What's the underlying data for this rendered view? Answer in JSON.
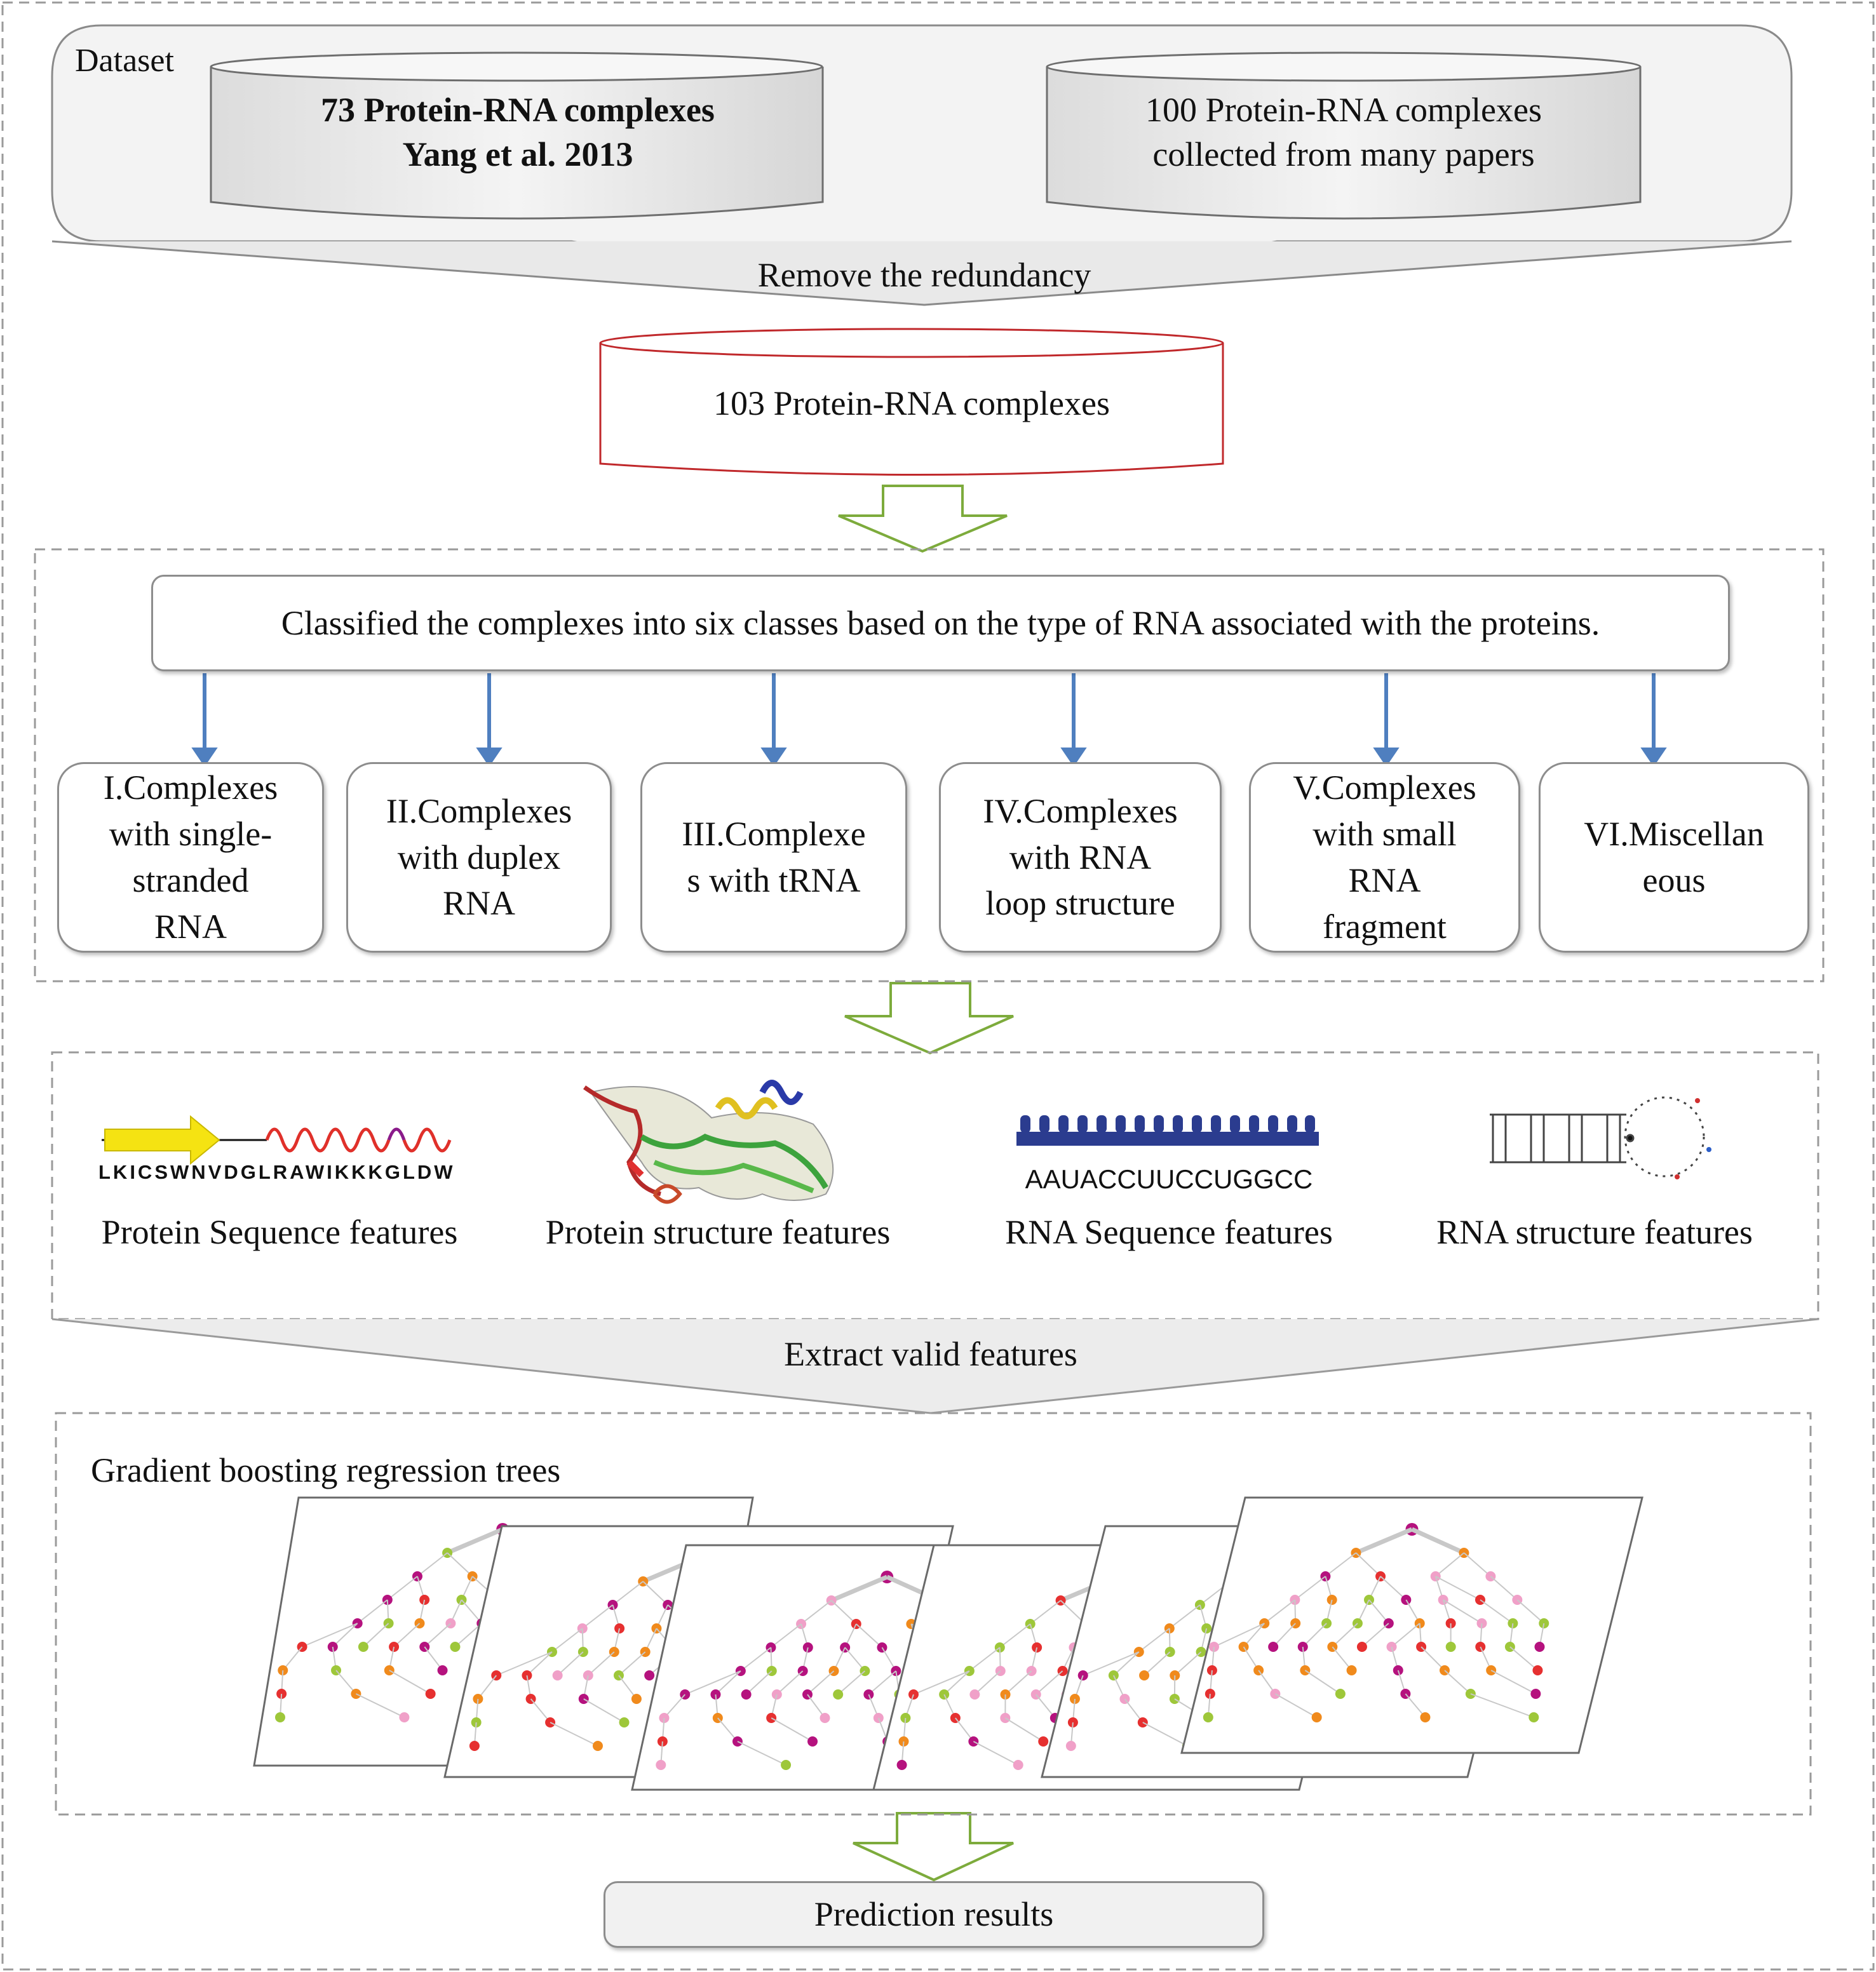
{
  "dataset": {
    "label": "Dataset",
    "source_a": [
      "73 Protein-RNA complexes",
      "Yang et al. 2013"
    ],
    "source_b": [
      "100 Protein-RNA complexes",
      "collected from many papers"
    ],
    "step": "Remove the redundancy",
    "result": "103 Protein-RNA complexes"
  },
  "classification": {
    "header": "Classified the complexes into six classes based on the type of RNA associated with the proteins.",
    "classes": [
      {
        "label": [
          "I.Complexes",
          "with single-",
          "stranded",
          "RNA"
        ]
      },
      {
        "label": [
          "II.Complexes",
          "with duplex",
          "RNA"
        ]
      },
      {
        "label": [
          "III.Complexe",
          "s with tRNA"
        ]
      },
      {
        "label": [
          "IV.Complexes",
          "with RNA",
          "loop structure"
        ]
      },
      {
        "label": [
          "V.Complexes",
          "with small",
          "RNA",
          "fragment"
        ]
      },
      {
        "label": [
          "VI.Miscellan",
          "eous"
        ]
      }
    ]
  },
  "features": {
    "protein_sequence_example": "LKICSWNVDGLRAWIKKKGLDW",
    "rna_sequence_example": "AAUACCUUCCUGGCC",
    "items": [
      {
        "label": "Protein Sequence features",
        "icon": "protein-sequence-icon"
      },
      {
        "label": "Protein structure features",
        "icon": "protein-structure-icon"
      },
      {
        "label": "RNA Sequence features",
        "icon": "rna-sequence-icon"
      },
      {
        "label": "RNA structure features",
        "icon": "rna-structure-icon"
      }
    ],
    "step": "Extract valid features"
  },
  "model": {
    "label": "Gradient boosting regression trees",
    "tree_count": 6
  },
  "output": {
    "label": "Prediction results"
  },
  "colors": {
    "dashed_border": "#9a9a9a",
    "cylinder_fill": "#eeeeee",
    "highlight_cylinder": "#c0282b",
    "hollow_arrow": "#7dab3c",
    "class_arrow": "#4f7fbf",
    "tree_node_magenta": "#b5127e",
    "tree_node_orange": "#f08a1c",
    "tree_node_green": "#9ec73a",
    "tree_node_pink": "#f0a0c8",
    "tree_node_red": "#e63030"
  }
}
